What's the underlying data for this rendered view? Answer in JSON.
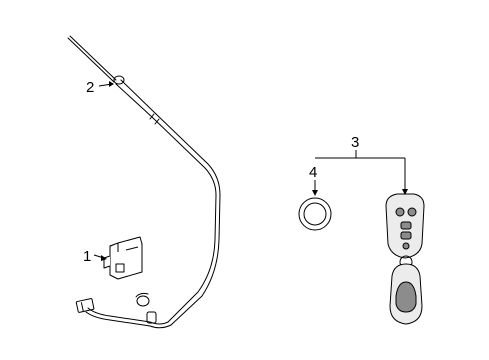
{
  "diagram": {
    "callouts": {
      "c1": "1",
      "c2": "2",
      "c3": "3",
      "c4": "4"
    },
    "colors": {
      "line": "#000000",
      "background": "#ffffff",
      "fob_fill": "#8c8c8c",
      "fob_light": "#ececec"
    }
  }
}
